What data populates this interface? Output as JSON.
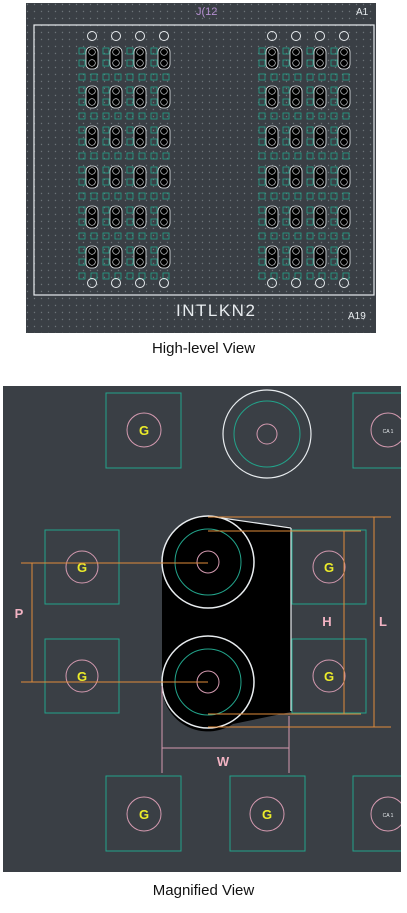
{
  "high_level": {
    "caption": "High-level View",
    "ref_label": "J(12",
    "corner_label_top": "A1",
    "corner_label_bottom": "A19",
    "footer_label": "INTLKN2"
  },
  "magnified": {
    "caption": "Magnified View",
    "pad_label": "G",
    "small_pad_label": "CA 1",
    "dimensions": {
      "pitch": "P",
      "width": "W",
      "height": "H",
      "length": "L"
    }
  },
  "colors": {
    "board": "#3a3f45",
    "trace": "#22a38a",
    "pad_ring": "#d49ab0",
    "outline": "#e8ecef",
    "dimension": "#e08b3a",
    "dimension_label": "#f2b3c3",
    "pad_text": "#ecec2a",
    "dots": "#6c7378"
  }
}
